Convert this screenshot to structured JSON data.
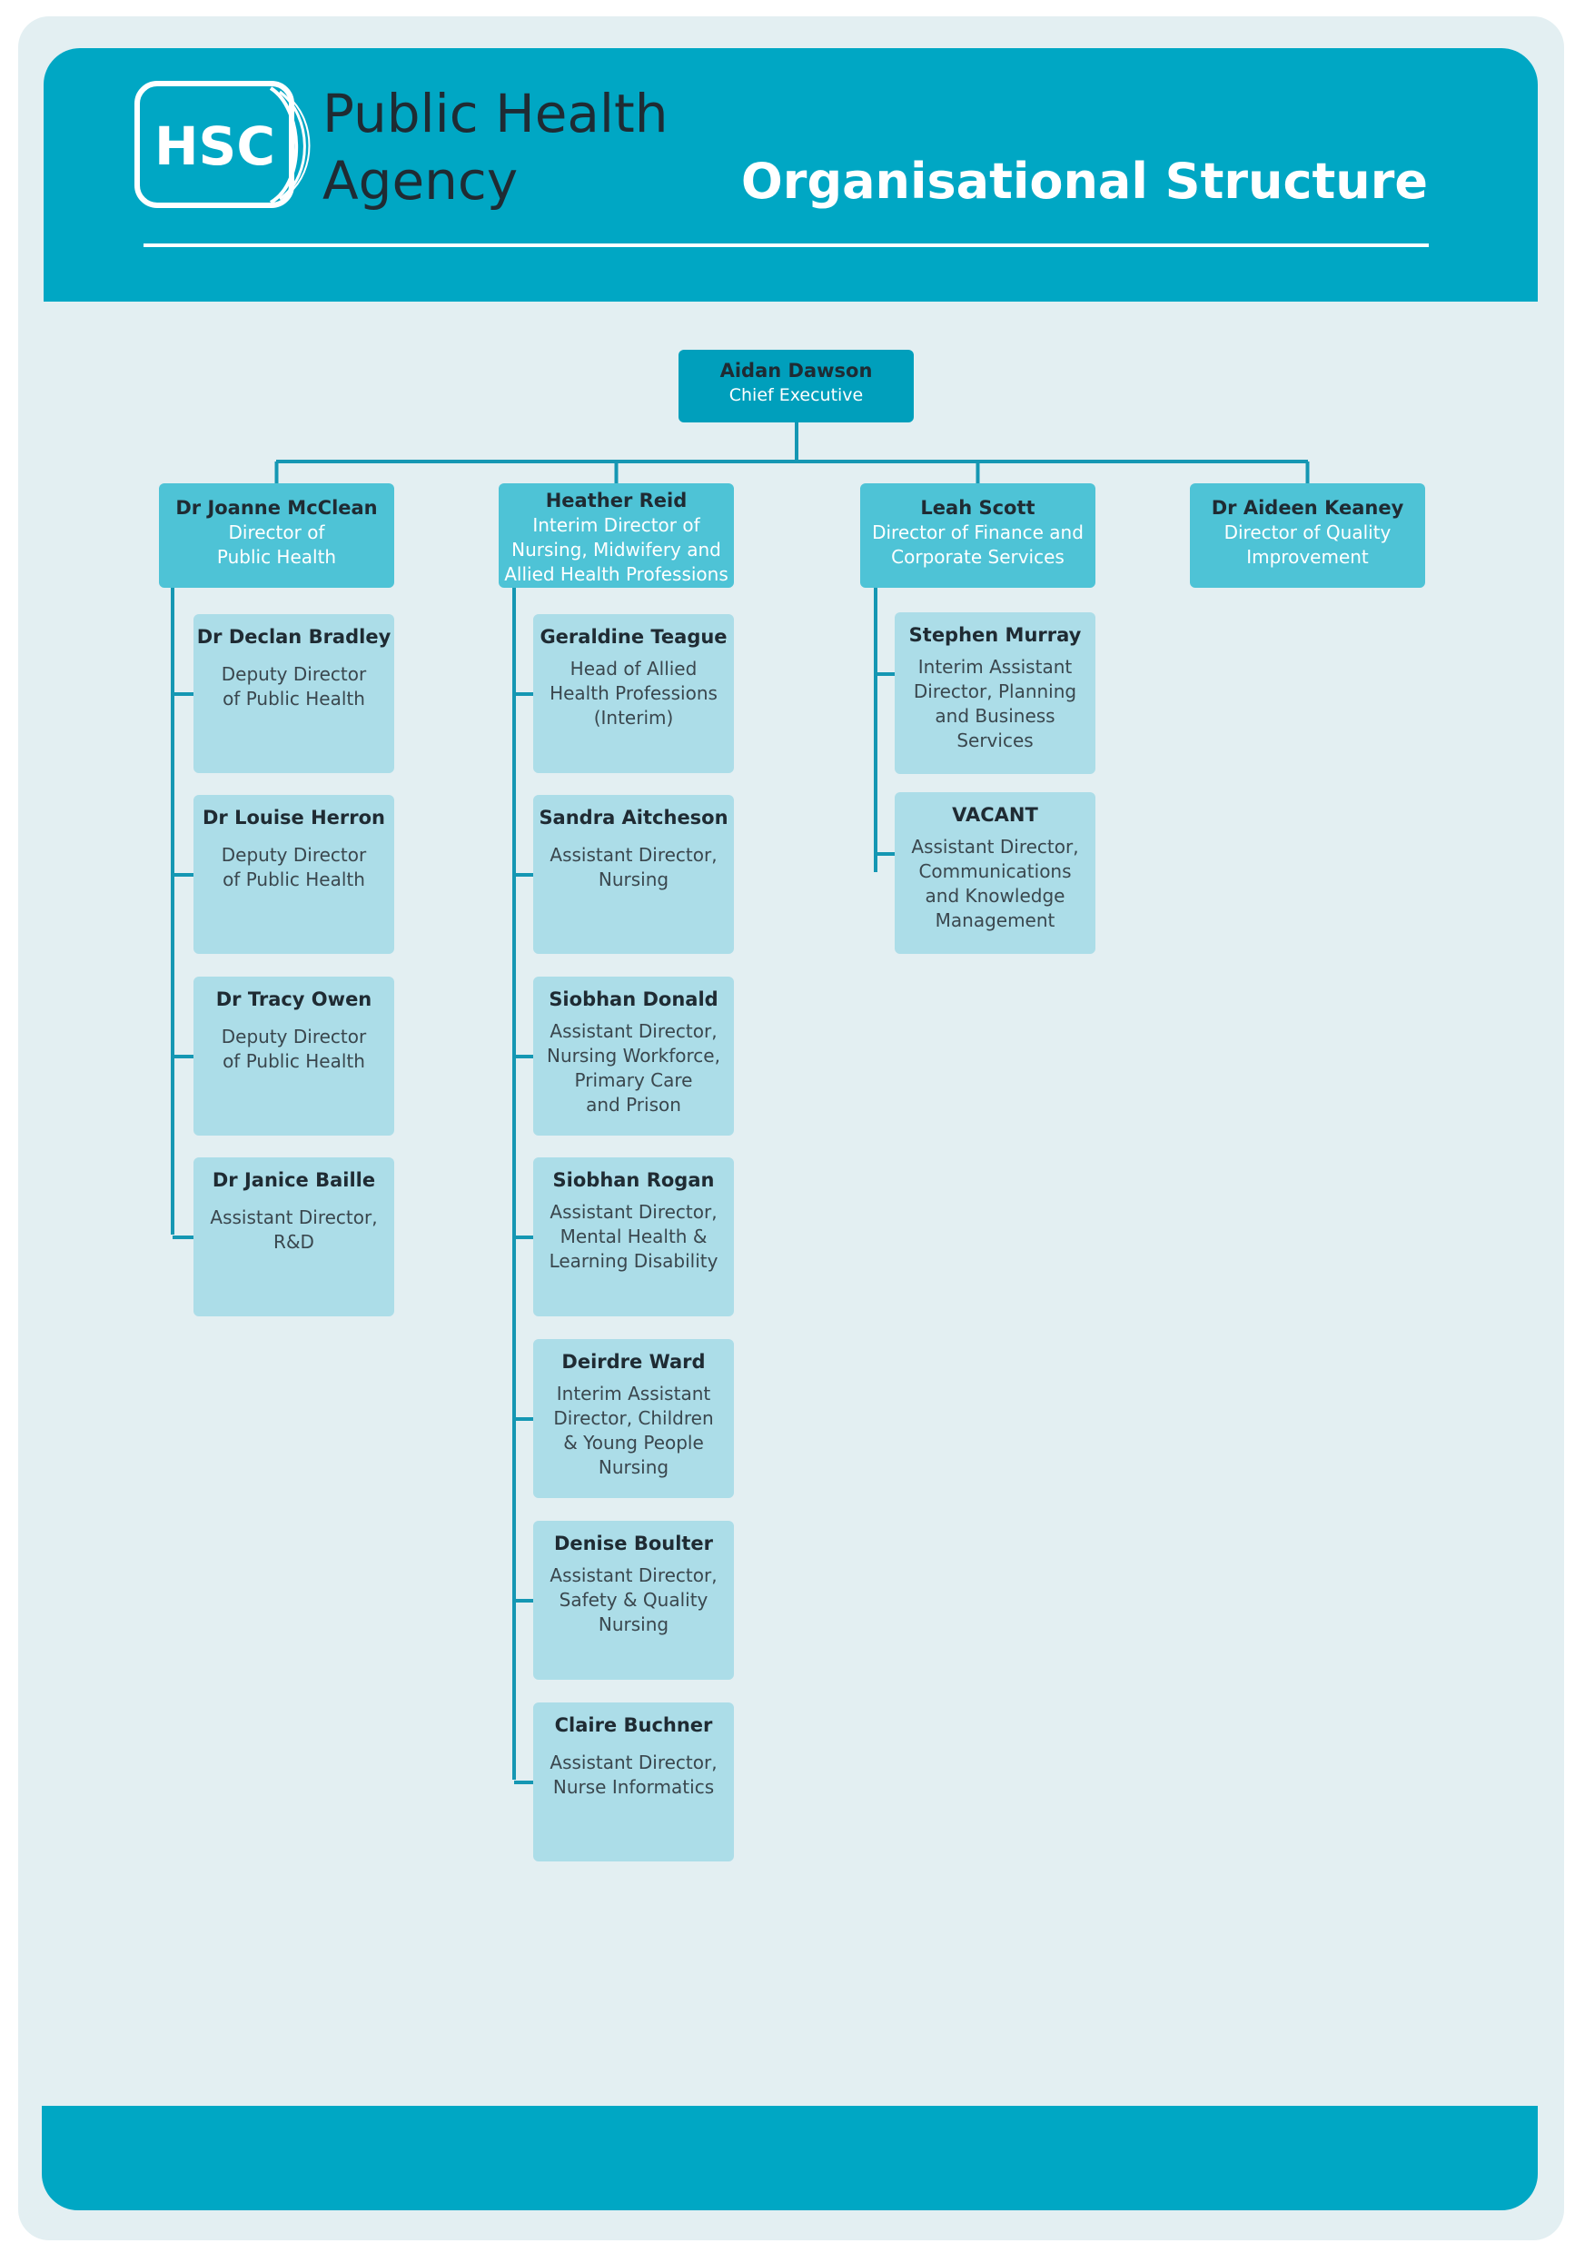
{
  "header": {
    "logo_text": "HSC",
    "agency_name_line1": "Public Health",
    "agency_name_line2": "Agency",
    "title": "Organisational Structure"
  },
  "colors": {
    "brand_teal": "#00a7c4",
    "director_box": "#4ec3d6",
    "staff_box": "#acdde8",
    "connector": "#1597b3",
    "page_background": "#e3eff2"
  },
  "chief_executive": {
    "name": "Aidan Dawson",
    "role": "Chief Executive"
  },
  "directorates": [
    {
      "name": "Dr Joanne McClean",
      "role": [
        "Director of",
        "Public Health"
      ],
      "staff": [
        {
          "name": "Dr Declan Bradley",
          "role": [
            "Deputy Director",
            "of Public Health"
          ]
        },
        {
          "name": "Dr Louise Herron",
          "role": [
            "Deputy Director",
            "of Public Health"
          ]
        },
        {
          "name": "Dr Tracy Owen",
          "role": [
            "Deputy Director",
            "of Public Health"
          ]
        },
        {
          "name": "Dr Janice Baille",
          "role": [
            "Assistant Director,",
            "R&D"
          ]
        }
      ]
    },
    {
      "name": "Heather Reid",
      "role": [
        "Interim Director of",
        "Nursing, Midwifery and",
        "Allied Health Professions"
      ],
      "staff": [
        {
          "name": "Geraldine Teague",
          "role": [
            "Head of Allied",
            "Health Professions",
            "(Interim)"
          ]
        },
        {
          "name": "Sandra Aitcheson",
          "role": [
            "Assistant Director,",
            "Nursing"
          ]
        },
        {
          "name": "Siobhan Donald",
          "role": [
            "Assistant Director,",
            "Nursing Workforce,",
            "Primary Care",
            "and Prison"
          ]
        },
        {
          "name": "Siobhan Rogan",
          "role": [
            "Assistant Director,",
            "Mental Health &",
            "Learning Disability"
          ]
        },
        {
          "name": "Deirdre Ward",
          "role": [
            "Interim Assistant",
            "Director, Children",
            "& Young People",
            "Nursing"
          ]
        },
        {
          "name": "Denise Boulter",
          "role": [
            "Assistant Director,",
            "Safety & Quality",
            "Nursing"
          ]
        },
        {
          "name": "Claire Buchner",
          "role": [
            "Assistant Director,",
            "Nurse Informatics"
          ]
        }
      ]
    },
    {
      "name": "Leah Scott",
      "role": [
        "Director of Finance and",
        "Corporate Services"
      ],
      "staff": [
        {
          "name": "Stephen Murray",
          "role": [
            "Interim Assistant",
            "Director, Planning",
            "and Business",
            "Services"
          ]
        },
        {
          "name": "VACANT",
          "role": [
            "Assistant Director,",
            "Communications",
            "and Knowledge",
            "Management"
          ]
        }
      ]
    },
    {
      "name": "Dr Aideen Keaney",
      "role": [
        "Director of Quality",
        "Improvement"
      ],
      "staff": []
    }
  ]
}
